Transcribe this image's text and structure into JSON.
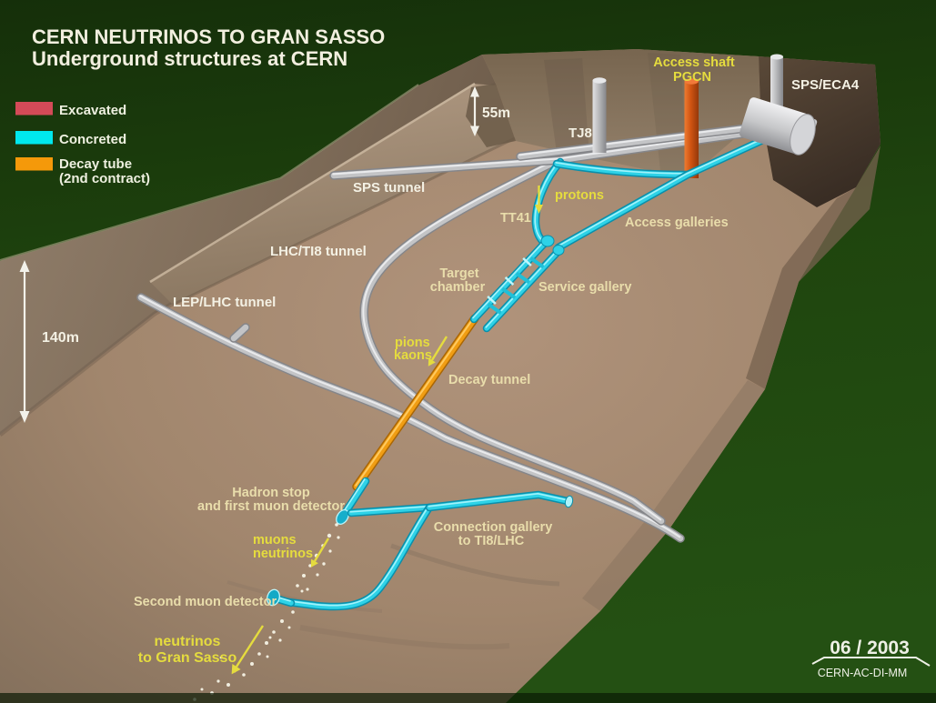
{
  "title": {
    "line1": "CERN NEUTRINOS TO GRAN SASSO",
    "line2": "Underground structures at CERN"
  },
  "legend": {
    "items": [
      {
        "label": "Excavated",
        "color": "#d44a58"
      },
      {
        "label": "Concreted",
        "color": "#00e8ee"
      },
      {
        "label": "Decay tube",
        "label2": "(2nd contract)",
        "color": "#f5990a"
      }
    ]
  },
  "labels": {
    "sps_tunnel": "SPS tunnel",
    "lhc_ti8_tunnel": "LHC/TI8 tunnel",
    "lep_lhc_tunnel": "LEP/LHC tunnel",
    "tj8": "TJ8",
    "access_shaft_line1": "Access shaft",
    "access_shaft_line2": "PGCN",
    "sps_eca4": "SPS/ECA4",
    "protons": "protons",
    "tt41": "TT41",
    "access_galleries": "Access galleries",
    "target_chamber_line1": "Target",
    "target_chamber_line2": "chamber",
    "service_gallery": "Service gallery",
    "pions": "pions",
    "kaons": "kaons",
    "decay_tunnel": "Decay tunnel",
    "hadron_stop_line1": "Hadron stop",
    "hadron_stop_line2": "and first muon detector",
    "muons": "muons",
    "neutrinos": "neutrinos",
    "connection_gallery_line1": "Connection gallery",
    "connection_gallery_line2": "to TI8/LHC",
    "second_muon_detector": "Second muon detector",
    "gran_sasso_line1": "neutrinos",
    "gran_sasso_line2": "to Gran Sasso"
  },
  "dimensions": {
    "depth_left": "140m",
    "depth_top": "55m"
  },
  "stamp": {
    "date": "06 / 2003",
    "reference": "CERN-AC-DI-MM"
  },
  "colors": {
    "background_green": "#1e430d",
    "terrain_brown": "#a1866d",
    "excavated_red": "#d44a58",
    "concreted_cyan": "#2ed2e7",
    "decay_tube_orange": "#f09d13",
    "access_shaft_orange": "#cf5312",
    "tunnel_gray": "#c3c4c6",
    "label_yellow": "#e5dc3e",
    "label_cream": "#e9ddab",
    "label_white": "#f4f1e4"
  }
}
